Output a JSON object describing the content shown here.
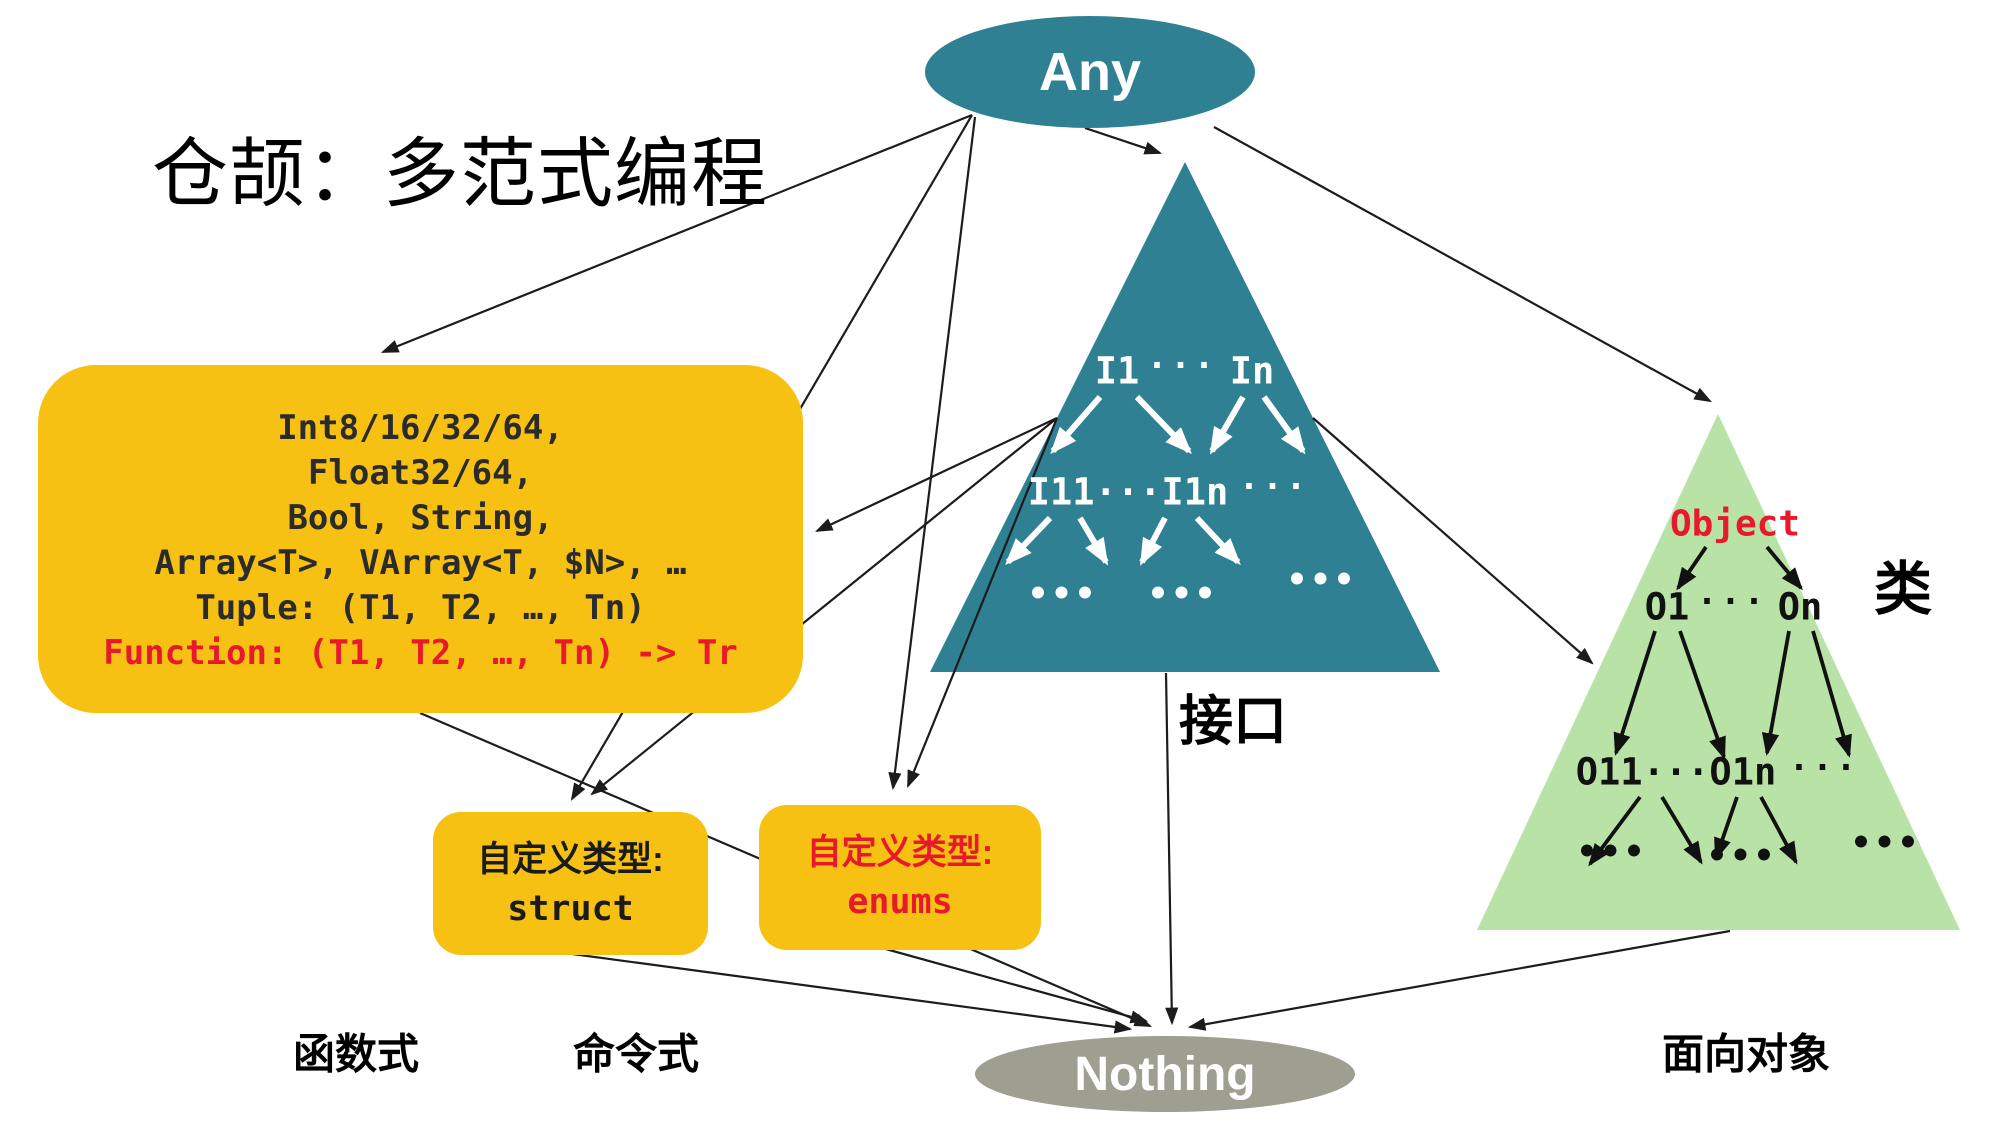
{
  "title": "仓颉：多范式编程",
  "colors": {
    "teal": "#2F8093",
    "gold": "#F7C113",
    "green": "#B9E3A6",
    "gray": "#9E9E91",
    "red": "#E8192C",
    "ink": "#1C1C1C"
  },
  "nodes": {
    "any": "Any",
    "nothing": "Nothing"
  },
  "primitives": {
    "lines": [
      "Int8/16/32/64,",
      "Float32/64,",
      "Bool, String,",
      "Array<T>, VArray<T, $N>, …",
      "Tuple: (T1, T2, …, Tn)",
      "Function: (T1, T2, …, Tn) -> Tr"
    ]
  },
  "struct_box": {
    "line1": "自定义类型:",
    "line2": "struct"
  },
  "enum_box": {
    "line1": "自定义类型:",
    "line2": "enums"
  },
  "interface_tree": {
    "caption": "接口",
    "r1a": "I1",
    "r1dots": "···",
    "r1b": "In",
    "r2": "I11···I1n",
    "r2dots": "···",
    "r3a": "•••",
    "r3b": "•••",
    "r3c": "•••"
  },
  "class_tree": {
    "caption": "类",
    "root": "Object",
    "r1a": "O1",
    "r1dots": "···",
    "r1b": "On",
    "r2": "O11···O1n",
    "r2dots": "···",
    "r3a": "•••",
    "r3b": "•••",
    "r3c": "•••"
  },
  "paradigms": {
    "functional": "函数式",
    "imperative": "命令式",
    "oop": "面向对象"
  }
}
